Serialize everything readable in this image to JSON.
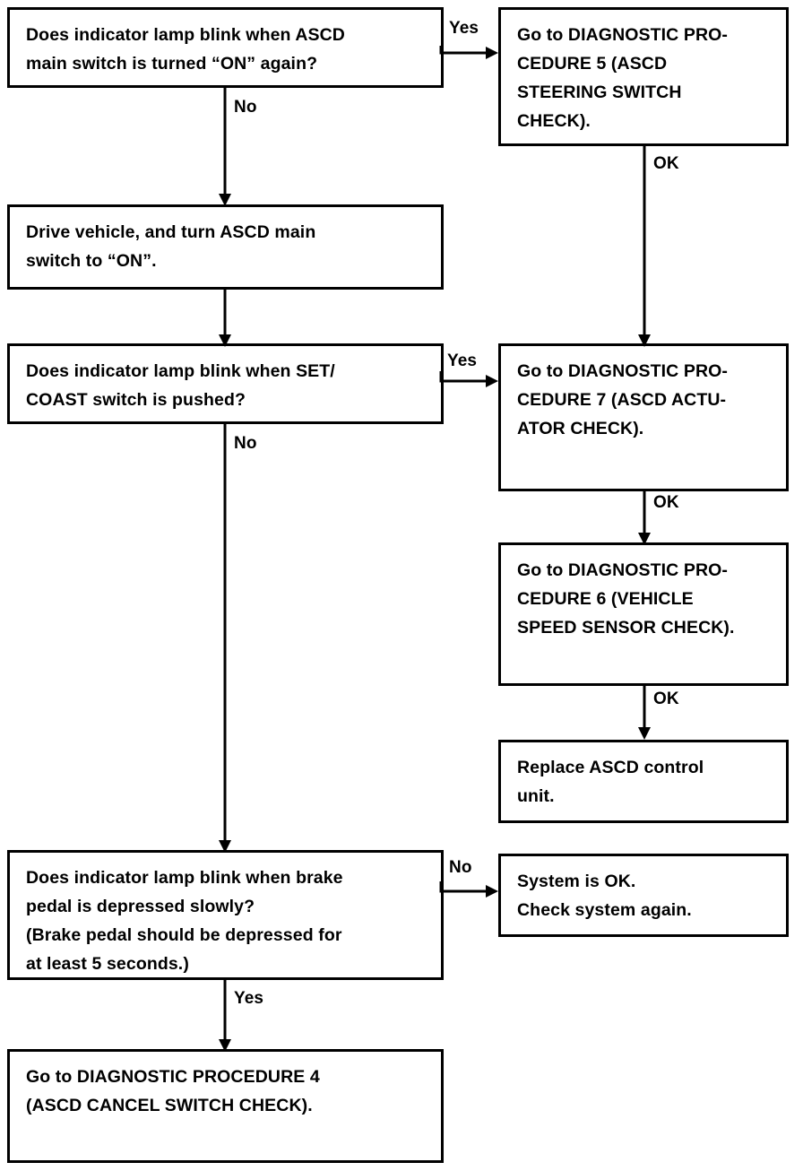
{
  "diagram": {
    "title": "ASCD Diagnostic Flowchart",
    "type": "flowchart",
    "line_color": "#000000",
    "background_color": "#ffffff",
    "nodes": [
      {
        "id": "q-main-switch",
        "kind": "decision",
        "text": "Does indicator lamp blink when ASCD\nmain switch is turned “ON” again?"
      },
      {
        "id": "proc5",
        "kind": "action",
        "text": "Go to DIAGNOSTIC PRO-\nCEDURE 5 (ASCD\nSTEERING SWITCH\nCHECK)."
      },
      {
        "id": "drive-vehicle",
        "kind": "action",
        "text": "Drive vehicle, and turn ASCD main\nswitch to “ON”."
      },
      {
        "id": "q-set-coast",
        "kind": "decision",
        "text": "Does indicator lamp blink when SET/\nCOAST switch is pushed?"
      },
      {
        "id": "proc7",
        "kind": "action",
        "text": "Go to DIAGNOSTIC PRO-\nCEDURE 7 (ASCD ACTU-\nATOR CHECK)."
      },
      {
        "id": "proc6",
        "kind": "action",
        "text": "Go to DIAGNOSTIC PRO-\nCEDURE 6 (VEHICLE\nSPEED SENSOR CHECK)."
      },
      {
        "id": "replace-unit",
        "kind": "action",
        "text": "Replace ASCD control\nunit."
      },
      {
        "id": "q-brake-pedal",
        "kind": "decision",
        "text": "Does indicator lamp blink when brake\npedal is depressed slowly?\n(Brake pedal should be depressed for\nat least 5 seconds.)"
      },
      {
        "id": "system-ok",
        "kind": "terminal",
        "text": "System is OK.\nCheck system again."
      },
      {
        "id": "proc4",
        "kind": "action",
        "text": "Go to DIAGNOSTIC PROCEDURE 4\n(ASCD CANCEL SWITCH CHECK)."
      }
    ],
    "edges": [
      {
        "id": "e1",
        "from": "q-main-switch",
        "to": "proc5",
        "label": "Yes"
      },
      {
        "id": "e2",
        "from": "q-main-switch",
        "to": "drive-vehicle",
        "label": "No"
      },
      {
        "id": "e3",
        "from": "proc5",
        "to": "proc7",
        "label": "OK"
      },
      {
        "id": "e4",
        "from": "drive-vehicle",
        "to": "q-set-coast",
        "label": ""
      },
      {
        "id": "e5",
        "from": "q-set-coast",
        "to": "proc7",
        "label": "Yes"
      },
      {
        "id": "e6",
        "from": "q-set-coast",
        "to": "q-brake-pedal",
        "label": "No"
      },
      {
        "id": "e7",
        "from": "proc7",
        "to": "proc6",
        "label": "OK"
      },
      {
        "id": "e8",
        "from": "proc6",
        "to": "replace-unit",
        "label": "OK"
      },
      {
        "id": "e9",
        "from": "q-brake-pedal",
        "to": "system-ok",
        "label": "No"
      },
      {
        "id": "e10",
        "from": "q-brake-pedal",
        "to": "proc4",
        "label": "Yes"
      }
    ]
  }
}
